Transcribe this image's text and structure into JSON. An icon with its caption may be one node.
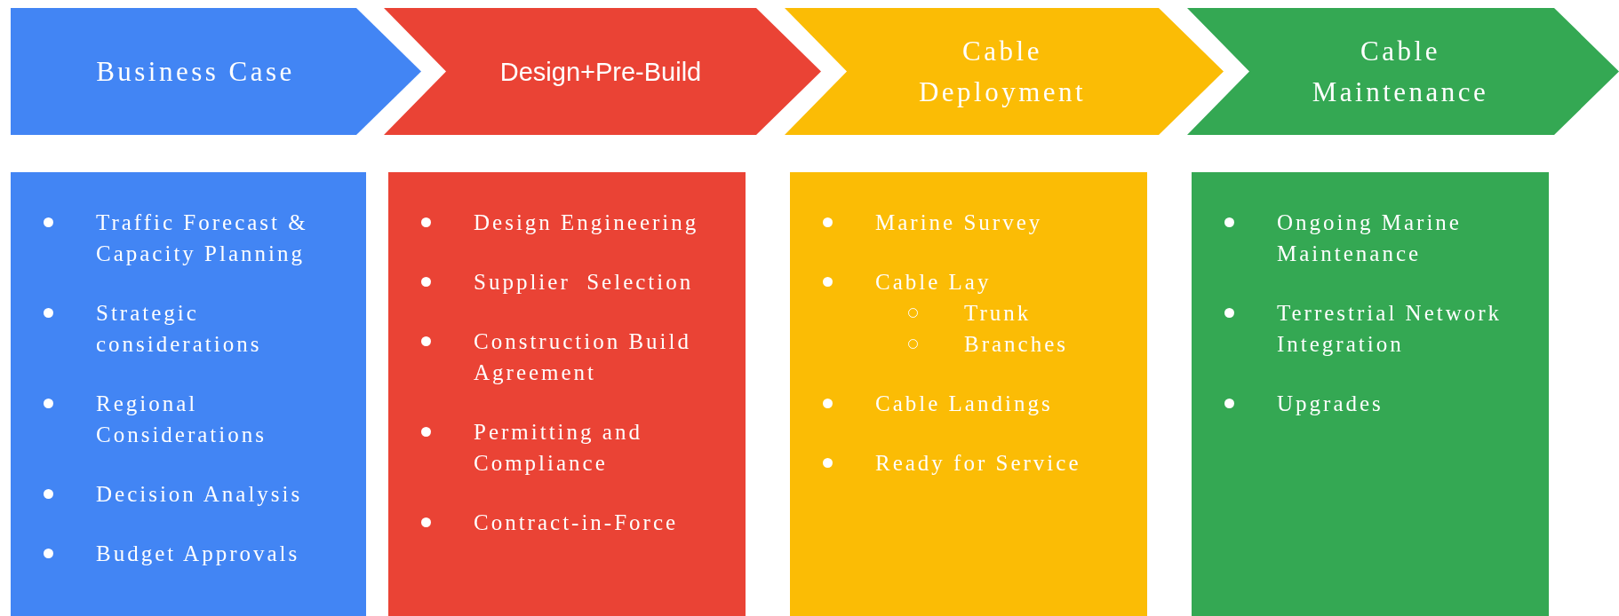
{
  "diagram": {
    "nodes": [
      {
        "text": [
          "Business Case"
        ]
      },
      {
        "text": [
          "Design+Pre-Build"
        ]
      },
      {
        "text": [
          "Cable Deployment"
        ]
      },
      {
        "text": [
          "Cable Maintenance"
        ]
      },
      {
        "text": [
          "Traffic Forecast & Capacity Planning",
          "Strategic considerations",
          "Regional Considerations",
          "Decision Analysis",
          "Budget Approvals"
        ]
      },
      {
        "text": [
          "Design Engineering",
          "Supplier  Selection",
          "Construction Build Agreement",
          "Permitting and Compliance",
          "Contract-in-Force"
        ]
      },
      {
        "text": [
          "Marine Survey",
          "Cable Lay",
          "Trunk",
          "Branches",
          "Cable Landings",
          "Ready for Service"
        ]
      },
      {
        "text": [
          "Ongoing Marine Maintenance",
          "Terrestrial Network Integration",
          "Upgrades"
        ]
      }
    ],
    "edges": []
  }
}
